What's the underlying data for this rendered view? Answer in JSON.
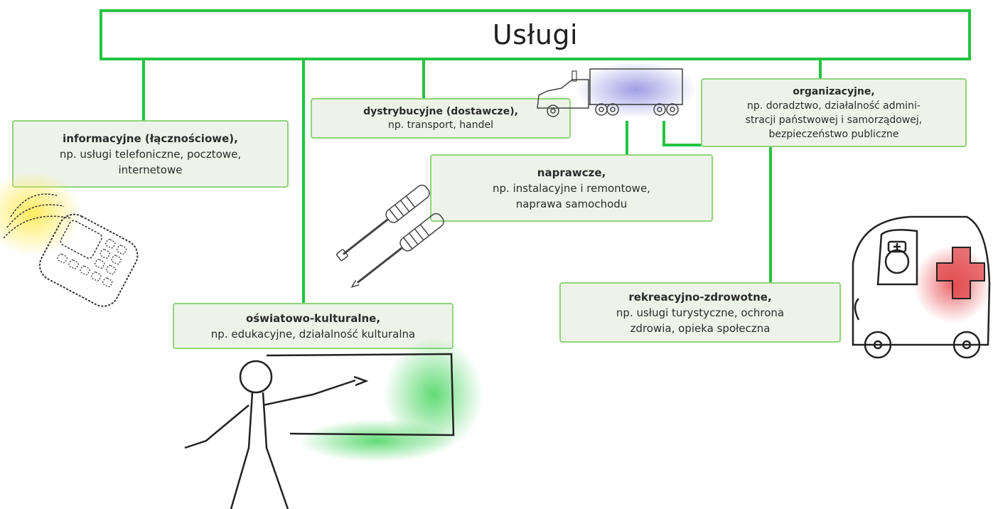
{
  "title": "Usługi",
  "colors": {
    "line": "#23c43f",
    "box_border": "#8fd47a",
    "box_fill": "#eef3ea"
  },
  "categories": [
    {
      "id": "informacyjne",
      "head": "informacyjne (łącznościowe),",
      "desc": "np. usługi telefoniczne, pocztowe,\ninternetowe"
    },
    {
      "id": "dystrybucyjne",
      "head": "dystrybucyjne (dostawcze),",
      "desc": "np. transport, handel"
    },
    {
      "id": "organizacyjne",
      "head": "organizacyjne,",
      "desc": "np. doradztwo, działalność admini-\nstracji państwowej i samorządowej,\nbezpieczeństwo publiczne"
    },
    {
      "id": "naprawcze",
      "head": "naprawcze,",
      "desc": "np. instalacyjne i remontowe,\nnaprawa samochodu"
    },
    {
      "id": "oswiatowo",
      "head": "oświatowo-kulturalne,",
      "desc": "np. edukacyjne, działalność kulturalna"
    },
    {
      "id": "rekreacyjno",
      "head": "rekreacyjno-zdrowotne,",
      "desc": "np. usługi turystyczne, ochrona\nzdrowia, opieka społeczna"
    }
  ],
  "illustrations": [
    "mobile-phone-icon",
    "truck-icon",
    "screwdrivers-icon",
    "teacher-at-board-icon",
    "ambulance-icon"
  ]
}
